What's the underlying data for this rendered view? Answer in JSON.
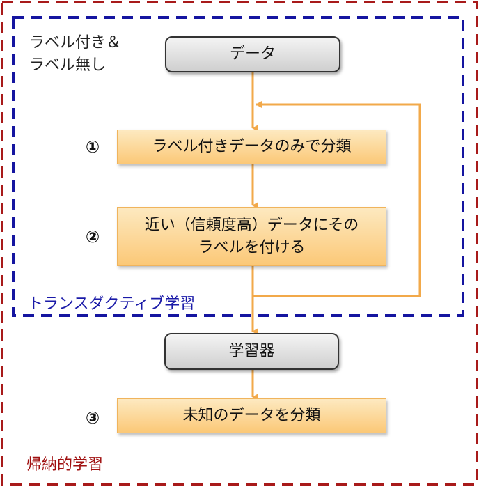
{
  "input_label": [
    "ラベル付き＆",
    "ラベル無し"
  ],
  "nodes": {
    "data": "データ",
    "step1": "ラベル付きデータのみで分類",
    "step2": [
      "近い（信頼度高）データにその",
      "ラベルを付ける"
    ],
    "learner": "学習器",
    "step3": "未知のデータを分類"
  },
  "step_numbers": [
    "①",
    "②",
    "③"
  ],
  "regions": {
    "transductive": "トランスダクティブ学習",
    "inductive": "帰納的学習"
  },
  "colors": {
    "transductive": "#1a1aa8",
    "inductive": "#a01010",
    "arrow": "#f2a94a"
  }
}
